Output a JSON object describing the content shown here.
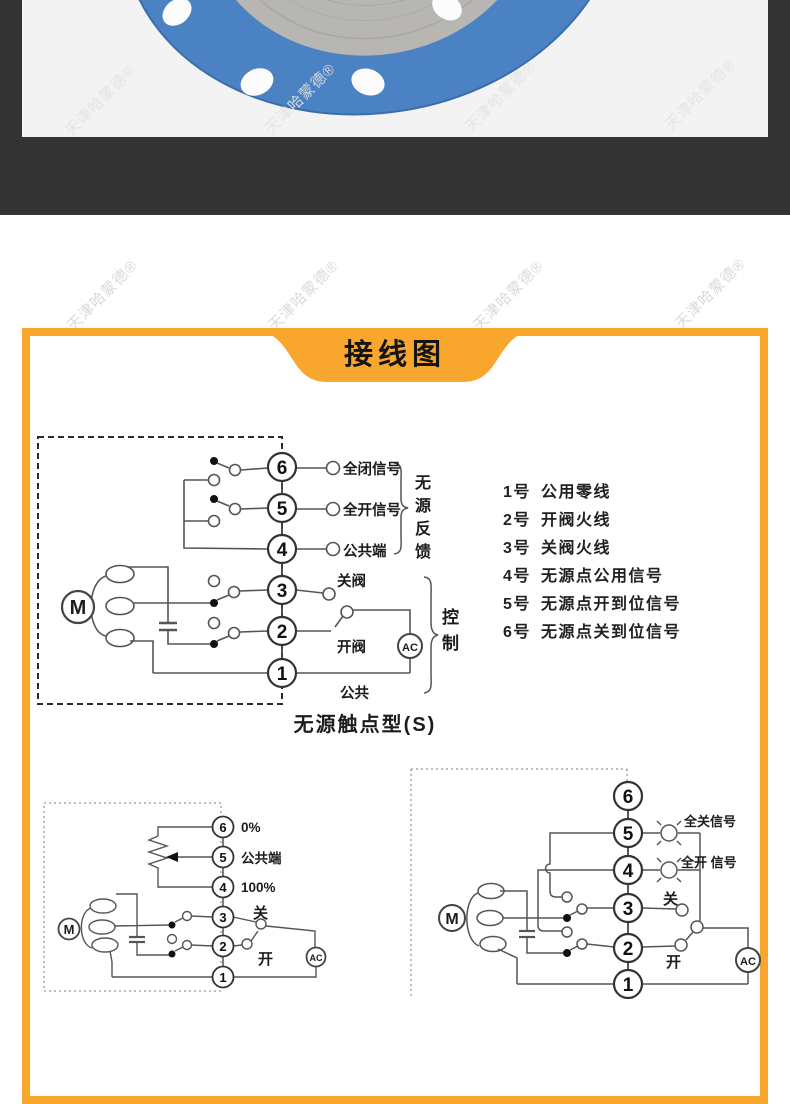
{
  "watermark": {
    "text": "天津哈蒙德®"
  },
  "colors": {
    "accent": "#F9A62E",
    "dark_bar": "#333333",
    "photo_bg": "#f3f3f3",
    "flange_blue": "#4b82c3"
  },
  "banner": {
    "title": "接线图"
  },
  "diagram_main": {
    "caption": "无源触点型(S)",
    "terminals": [
      "6",
      "5",
      "4",
      "3",
      "2",
      "1"
    ],
    "motor": "M",
    "ac": "AC",
    "label_t6": "全闭信号",
    "label_t5": "全开信号",
    "label_t4": "公共端",
    "label_t3": "关阀",
    "label_t2": "开阀",
    "label_t1": "公共",
    "group_feedback": "无源反馈",
    "group_control": "控制"
  },
  "wire_list": [
    {
      "num": "1号",
      "label": "公用零线"
    },
    {
      "num": "2号",
      "label": "开阀火线"
    },
    {
      "num": "3号",
      "label": "关阀火线"
    },
    {
      "num": "4号",
      "label": "无源点公用信号"
    },
    {
      "num": "5号",
      "label": "无源点开到位信号"
    },
    {
      "num": "6号",
      "label": "无源点关到位信号"
    }
  ],
  "diagram_left": {
    "terminals": [
      "6",
      "5",
      "4",
      "3",
      "2",
      "1"
    ],
    "motor": "M",
    "ac": "AC",
    "label_t6": "0%",
    "label_t5": "公共端",
    "label_t4": "100%",
    "label_t3": "关",
    "label_t2": "开"
  },
  "diagram_right": {
    "terminals": [
      "6",
      "5",
      "4",
      "3",
      "2",
      "1"
    ],
    "motor": "M",
    "ac": "AC",
    "label_t5": "全关信号",
    "label_t4": "全开 信号",
    "label_t3": "关",
    "label_t2": "开"
  }
}
